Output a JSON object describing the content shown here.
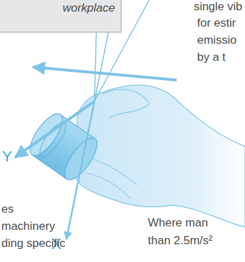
{
  "diagram": {
    "nodes": [
      {
        "text": [
          "workplace"
        ]
      }
    ],
    "labels": [
      "single vib",
      "for estir",
      "emissio",
      "by a t",
      "Y",
      "X",
      "es",
      "machinery",
      "ding specific",
      "Where man",
      "than 2.5m/s²"
    ]
  }
}
